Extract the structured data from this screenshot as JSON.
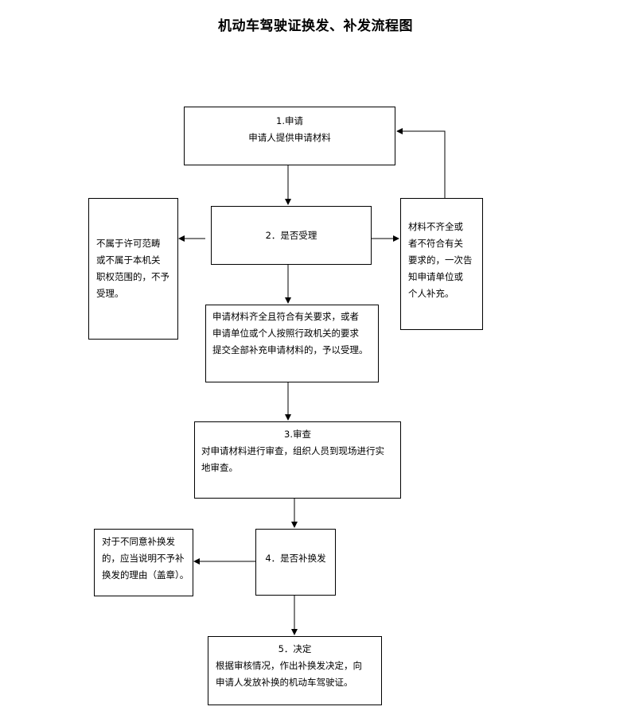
{
  "title": "机动车驾驶证换发、补发流程图",
  "nodes": {
    "apply": {
      "heading": "1.申请",
      "text": [
        "申请人提供申请材料"
      ]
    },
    "accept_decision": {
      "heading": "2．是否受理"
    },
    "not_in_scope": {
      "text": [
        "不属于许可范畴",
        "或不属于本机关",
        "职权范围的，不予",
        "受理。"
      ]
    },
    "incomplete": {
      "text": [
        "材料不齐全或",
        "者不符合有关",
        "要求的，一次告",
        "知申请单位或",
        "个人补充。"
      ]
    },
    "accepted": {
      "text": [
        "申请材料齐全且符合有关要求，或者",
        "申请单位或个人按照行政机关的要求",
        "提交全部补充申请材料的，予以受理。"
      ]
    },
    "review": {
      "heading": "3.审查",
      "text": [
        "对申请材料进行审查，组织人员到现场进行实",
        "地审查。"
      ]
    },
    "reissue_decision": {
      "heading": "4．是否补换发"
    },
    "rejected": {
      "text": [
        "对于不同意补换发",
        "的，应当说明不予补",
        "换发的理由（盖章）。"
      ]
    },
    "decision": {
      "heading": "5．决定",
      "text": [
        "根据审核情况，作出补换发决定，向",
        "申请人发放补换的机动车驾驶证。"
      ]
    }
  }
}
